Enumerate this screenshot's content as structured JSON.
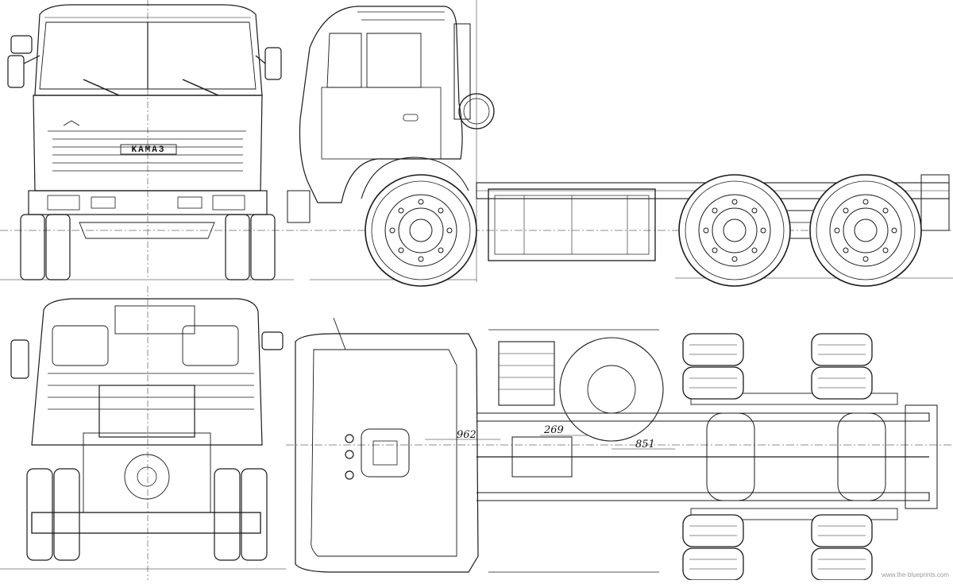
{
  "drawing": {
    "views": [
      "front-view",
      "side-view",
      "rear-view",
      "top-view"
    ],
    "line_color": "#1a1a1a",
    "background_color": "#ffffff",
    "brand_lettering": "KAMAЗ",
    "dimensions": {
      "d1": "962",
      "d2": "269",
      "d3": "851"
    },
    "watermark": "www.the-blueprints.com"
  }
}
